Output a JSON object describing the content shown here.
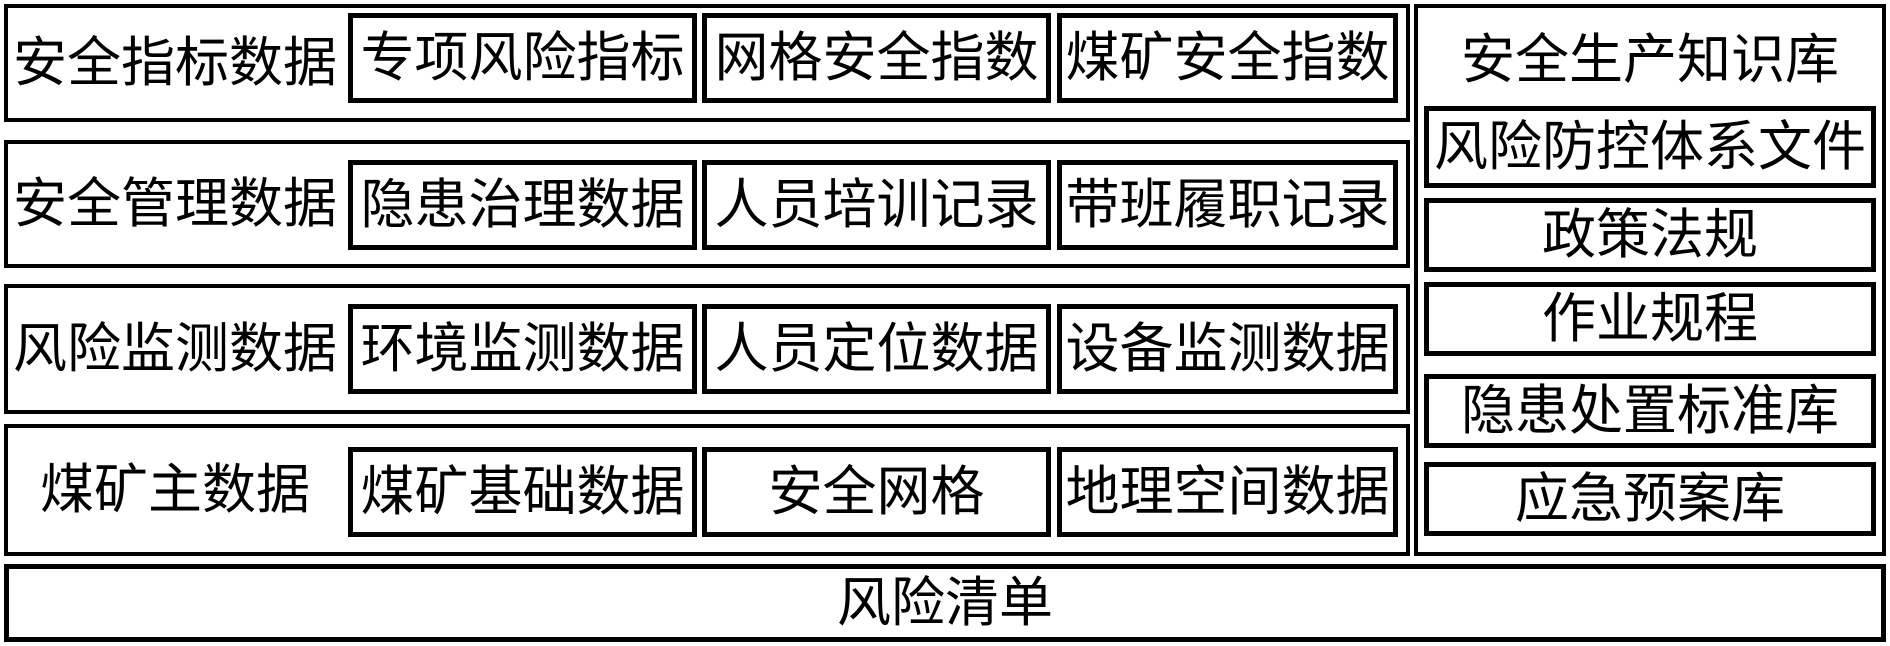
{
  "rows": [
    {
      "label": "安全指标数据",
      "cells": [
        "专项风险指标",
        "网格安全指数",
        "煤矿安全指数"
      ]
    },
    {
      "label": "安全管理数据",
      "cells": [
        "隐患治理数据",
        "人员培训记录",
        "带班履职记录"
      ]
    },
    {
      "label": "风险监测数据",
      "cells": [
        "环境监测数据",
        "人员定位数据",
        "设备监测数据"
      ]
    },
    {
      "label": "煤矿主数据",
      "cells": [
        "煤矿基础数据",
        "安全网格",
        "地理空间数据"
      ]
    }
  ],
  "knowledge_base": {
    "title": "安全生产知识库",
    "items": [
      "风险防控体系文件",
      "政策法规",
      "作业规程",
      "隐患处置标准库",
      "应急预案库"
    ]
  },
  "footer": {
    "label": "风险清单"
  }
}
